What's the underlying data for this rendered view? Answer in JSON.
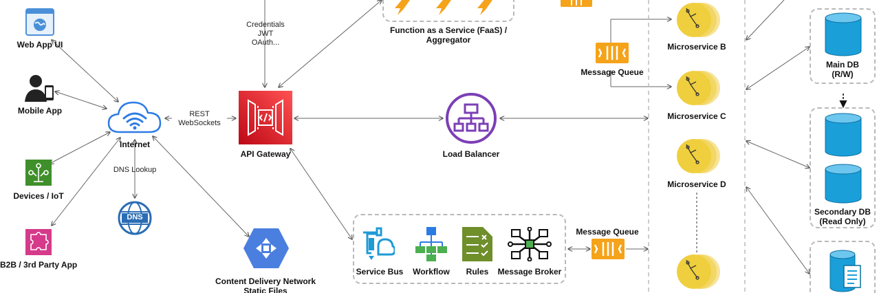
{
  "colors": {
    "arrow": "#555555",
    "gateway": "#d6242d",
    "load_balancer": "#7b3fb5",
    "microservice": "#f2d04a",
    "database": "#1a9fd9",
    "queue": "#f5a31a",
    "cdn": "#4a7fe0",
    "iot": "#3f8f2a",
    "b2b": "#d63a8a",
    "dns": "#2a6db5"
  },
  "icons": {
    "web_app": "browser-globe-icon",
    "mobile": "user-mobile-icon",
    "internet": "cloud-wifi-icon",
    "devices": "iot-circuit-icon",
    "dns": "dns-globe-icon",
    "b2b": "puzzle-icon",
    "gateway": "api-gateway-icon",
    "load_balancer": "load-balancer-icon",
    "microservice": "microservice-icon",
    "queue": "message-queue-icon",
    "database": "database-cylinder-icon",
    "cdn": "cdn-hexagon-icon"
  },
  "labels": {
    "web_app": "Web App UI",
    "mobile": "Mobile App",
    "internet": "Internet",
    "devices": "Devices / IoT",
    "dns_lookup": "DNS Lookup",
    "b2b": "B2B / 3rd Party App",
    "credentials": [
      "Credentials",
      "JWT",
      "OAuth..."
    ],
    "rest": [
      "REST",
      "WebSockets"
    ],
    "api_gateway": "API Gateway",
    "faas": [
      "Function as a Service (FaaS) /",
      "Aggregator"
    ],
    "load_balancer": "Load Balancer",
    "cdn": [
      "Content Delivery Network",
      "Static Files"
    ],
    "service_bus": "Service Bus",
    "workflow": "Workflow",
    "rules": "Rules",
    "message_broker": "Message Broker",
    "message_queue_top": "Message Queue",
    "message_queue_bottom": "Message Queue",
    "microservice_b": "Microservice B",
    "microservice_c": "Microservice C",
    "microservice_d": "Microservice D",
    "main_db": [
      "Main DB",
      "(R/W)"
    ],
    "secondary_db": [
      "Secondary DB",
      "(Read Only)"
    ],
    "dns_text": "DNS"
  }
}
